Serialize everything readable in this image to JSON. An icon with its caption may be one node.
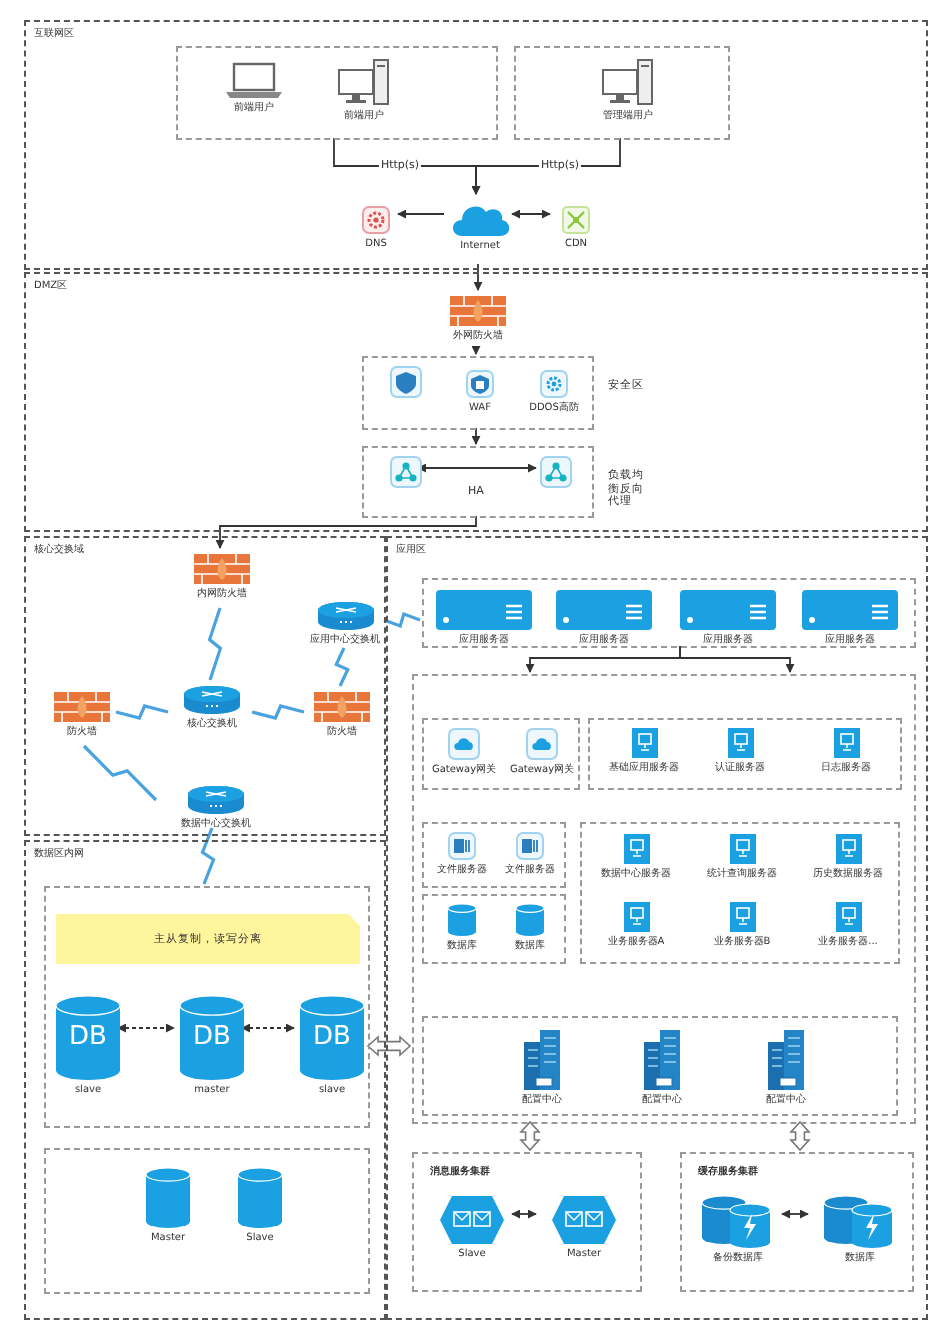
{
  "diagram": {
    "nodes": [
      {
        "text": [
          "互联网区"
        ]
      },
      {
        "text": [],
        "shape": "box",
        "in": 0
      },
      {
        "text": [
          "前端用户"
        ],
        "in": 1
      },
      {
        "text": [
          "前端用户"
        ],
        "in": 1
      },
      {
        "text": [],
        "shape": "box",
        "in": 0
      },
      {
        "text": [
          "管理端用户"
        ],
        "in": 4
      },
      {
        "text": [
          "DNS"
        ],
        "in": 0
      },
      {
        "text": [
          "Internet"
        ],
        "in": 0
      },
      {
        "text": [
          "CDN"
        ],
        "in": 0
      },
      {
        "text": [
          "DMZ区"
        ]
      },
      {
        "text": [
          "外网防火墙"
        ],
        "in": 9
      },
      {
        "text": [
          "安全区"
        ],
        "in": 9
      },
      {
        "text": [],
        "shape": "picture",
        "in": 11
      },
      {
        "text": [
          "WAF"
        ],
        "in": 11
      },
      {
        "text": [
          "DDOS高防"
        ],
        "in": 11
      },
      {
        "text": [
          "负载均衡反向代理"
        ],
        "in": 9
      },
      {
        "text": [],
        "shape": "picture",
        "in": 15
      },
      {
        "text": [],
        "shape": "picture",
        "in": 15
      },
      {
        "text": [
          "核心交换域"
        ]
      },
      {
        "text": [
          "内网防火墙"
        ],
        "in": 18
      },
      {
        "text": [
          "防火墙"
        ],
        "in": 18
      },
      {
        "text": [
          "核心交换机"
        ],
        "in": 18
      },
      {
        "text": [
          "防火墙"
        ],
        "in": 18
      },
      {
        "text": [
          "应用中心交换机"
        ],
        "in": 18
      },
      {
        "text": [
          "数据中心交换机"
        ],
        "in": 18
      },
      {
        "text": [
          "应用区"
        ]
      },
      {
        "text": [],
        "shape": "box",
        "in": 25
      },
      {
        "text": [
          "应用服务器"
        ],
        "in": 26
      },
      {
        "text": [
          "应用服务器"
        ],
        "in": 26
      },
      {
        "text": [
          "应用服务器"
        ],
        "in": 26
      },
      {
        "text": [
          "应用服务器"
        ],
        "in": 26
      },
      {
        "text": [],
        "shape": "box",
        "in": 25
      },
      {
        "text": [],
        "shape": "box",
        "in": 31
      },
      {
        "text": [
          "Gateway网关"
        ],
        "in": 32
      },
      {
        "text": [
          "Gateway网关"
        ],
        "in": 32
      },
      {
        "text": [],
        "shape": "box",
        "in": 31
      },
      {
        "text": [
          "基础应用服务器"
        ],
        "in": 35
      },
      {
        "text": [
          "认证服务器"
        ],
        "in": 35
      },
      {
        "text": [
          "日志服务器"
        ],
        "in": 35
      },
      {
        "text": [],
        "shape": "box",
        "in": 31
      },
      {
        "text": [
          "文件服务器"
        ],
        "in": 39
      },
      {
        "text": [
          "文件服务器"
        ],
        "in": 39
      },
      {
        "text": [],
        "shape": "box",
        "in": 31
      },
      {
        "text": [
          "数据库"
        ],
        "in": 42
      },
      {
        "text": [
          "数据库"
        ],
        "in": 42
      },
      {
        "text": [],
        "shape": "box",
        "in": 31
      },
      {
        "text": [
          "数据中心服务器"
        ],
        "in": 45
      },
      {
        "text": [
          "统计查询服务器"
        ],
        "in": 45
      },
      {
        "text": [
          "历史数据服务器"
        ],
        "in": 45
      },
      {
        "text": [
          "业务服务器A"
        ],
        "in": 45
      },
      {
        "text": [
          "业务服务器B"
        ],
        "in": 45
      },
      {
        "text": [
          "业务服务器..."
        ],
        "in": 45
      },
      {
        "text": [],
        "shape": "box",
        "in": 31
      },
      {
        "text": [
          "配置中心"
        ],
        "in": 52
      },
      {
        "text": [
          "配置中心"
        ],
        "in": 52
      },
      {
        "text": [
          "配置中心"
        ],
        "in": 52
      },
      {
        "text": [
          "消息服务集群"
        ],
        "in": 25
      },
      {
        "text": [
          "Slave"
        ],
        "in": 56
      },
      {
        "text": [
          "Master"
        ],
        "in": 56
      },
      {
        "text": [
          "缓存服务集群"
        ],
        "in": 25
      },
      {
        "text": [
          "备份数据库"
        ],
        "in": 59
      },
      {
        "text": [
          "数据库"
        ],
        "in": 59
      },
      {
        "text": [
          "数据区内网"
        ]
      },
      {
        "text": [],
        "shape": "box",
        "in": 62
      },
      {
        "text": [
          "主从复制，读写分离"
        ],
        "in": 63
      },
      {
        "text": [
          "DB",
          "slave"
        ],
        "in": 63
      },
      {
        "text": [
          "DB",
          "master"
        ],
        "in": 63
      },
      {
        "text": [
          "DB",
          "slave"
        ],
        "in": 63
      },
      {
        "text": [],
        "shape": "box",
        "in": 62
      },
      {
        "text": [
          "Master"
        ],
        "in": 68
      },
      {
        "text": [
          "Slave"
        ],
        "in": 68
      }
    ],
    "edges": [
      {
        "from": 1,
        "to": 7,
        "arrow": "to",
        "label": "Http(s)"
      },
      {
        "from": 4,
        "to": 7,
        "arrow": "to",
        "label": "Http(s)"
      },
      {
        "from": 7,
        "to": 6,
        "arrow": "to"
      },
      {
        "from": 7,
        "to": 8,
        "arrow": "both"
      },
      {
        "from": 7,
        "to": 10,
        "arrow": "to"
      },
      {
        "from": 10,
        "to": 11,
        "arrow": "to"
      },
      {
        "from": 11,
        "to": 15,
        "arrow": "to"
      },
      {
        "from": 16,
        "to": 17,
        "arrow": "both",
        "label": "HA"
      },
      {
        "from": 15,
        "to": 19,
        "arrow": "to"
      },
      {
        "from": 19,
        "to": 21,
        "arrow": "none",
        "color": "#4aa3df"
      },
      {
        "from": 20,
        "to": 21,
        "arrow": "none",
        "color": "#4aa3df"
      },
      {
        "from": 21,
        "to": 22,
        "arrow": "none",
        "color": "#4aa3df"
      },
      {
        "from": 22,
        "to": 23,
        "arrow": "none",
        "color": "#4aa3df"
      },
      {
        "from": 23,
        "to": 26,
        "arrow": "none",
        "color": "#4aa3df"
      },
      {
        "from": 20,
        "to": 24,
        "arrow": "none",
        "color": "#4aa3df"
      },
      {
        "from": 24,
        "to": 63,
        "arrow": "none",
        "color": "#4aa3df"
      },
      {
        "from": 26,
        "to": 31,
        "arrow": "to"
      },
      {
        "from": 26,
        "to": 31,
        "arrow": "to"
      },
      {
        "from": 65,
        "to": 66,
        "arrow": "both",
        "style": "dashed"
      },
      {
        "from": 66,
        "to": 67,
        "arrow": "both",
        "style": "dashed"
      },
      {
        "from": 63,
        "to": 31,
        "arrow": "both",
        "style": "thick"
      },
      {
        "from": 31,
        "to": 56,
        "arrow": "both",
        "style": "thick"
      },
      {
        "from": 31,
        "to": 59,
        "arrow": "both",
        "style": "thick"
      },
      {
        "from": 57,
        "to": 58,
        "arrow": "both"
      },
      {
        "from": 60,
        "to": 61,
        "arrow": "both"
      }
    ]
  }
}
